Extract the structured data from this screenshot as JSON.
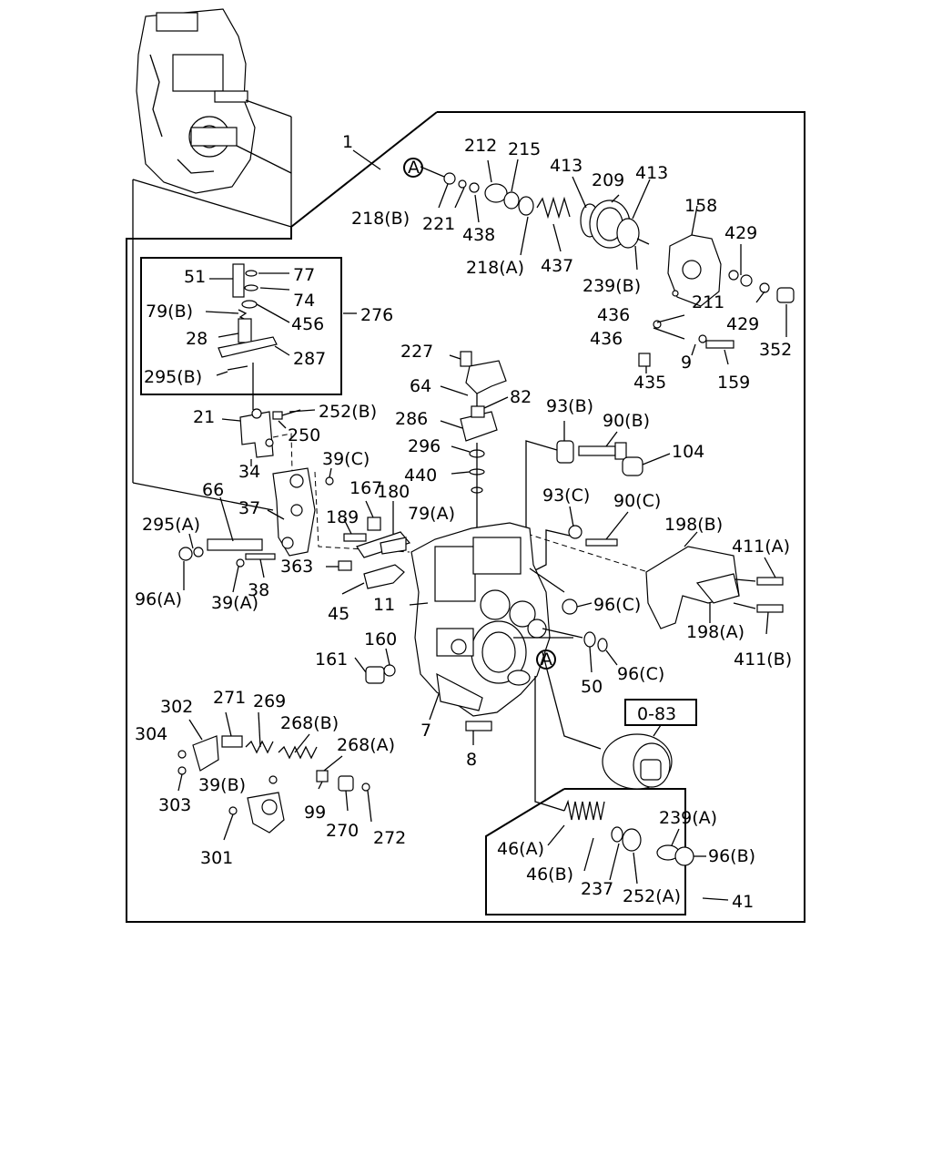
{
  "callouts": {
    "c1": "1",
    "c212": "212",
    "c215": "215",
    "c413a": "413",
    "c209": "209",
    "c413b": "413",
    "cA1": "A",
    "c218b": "218(B)",
    "c221": "221",
    "c438": "438",
    "c218a": "218(A)",
    "c437": "437",
    "c239b": "239(B)",
    "c158": "158",
    "c429a": "429",
    "c211": "211",
    "c429b": "429",
    "c436a": "436",
    "c436b": "436",
    "c352": "352",
    "c435": "435",
    "c9": "9",
    "c159": "159",
    "c51": "51",
    "c77": "77",
    "c74": "74",
    "c79b": "79(B)",
    "c456": "456",
    "c276": "276",
    "c28": "28",
    "c287": "287",
    "c295b": "295(B)",
    "c227": "227",
    "c64": "64",
    "c82": "82",
    "c21": "21",
    "c252b": "252(B)",
    "c250": "250",
    "c286": "286",
    "c93b": "93(B)",
    "c90b": "90(B)",
    "c104": "104",
    "c296": "296",
    "c34": "34",
    "c39c": "39(C)",
    "c440": "440",
    "c66": "66",
    "c167": "167",
    "c180": "180",
    "c93c": "93(C)",
    "c90c": "90(C)",
    "c37": "37",
    "c189": "189",
    "c79a": "79(A)",
    "c198b": "198(B)",
    "c295a": "295(A)",
    "c411a": "411(A)",
    "c363": "363",
    "c38": "38",
    "c96a": "96(A)",
    "c39a": "39(A)",
    "c45": "45",
    "c11": "11",
    "c96c1": "96(C)",
    "c198a": "198(A)",
    "c411b": "411(B)",
    "c160": "160",
    "c161": "161",
    "cA2": "A",
    "c50": "50",
    "c96c2": "96(C)",
    "c302": "302",
    "c271": "271",
    "c269": "269",
    "c268b": "268(B)",
    "c7": "7",
    "c304": "304",
    "c268a": "268(A)",
    "c8": "8",
    "c083": "0-83",
    "c303": "303",
    "c39b": "39(B)",
    "c99": "99",
    "c270": "270",
    "c272": "272",
    "c301": "301",
    "c239a": "239(A)",
    "c46a": "46(A)",
    "c96b": "96(B)",
    "c46b": "46(B)",
    "c237": "237",
    "c252a": "252(A)",
    "c41": "41"
  }
}
